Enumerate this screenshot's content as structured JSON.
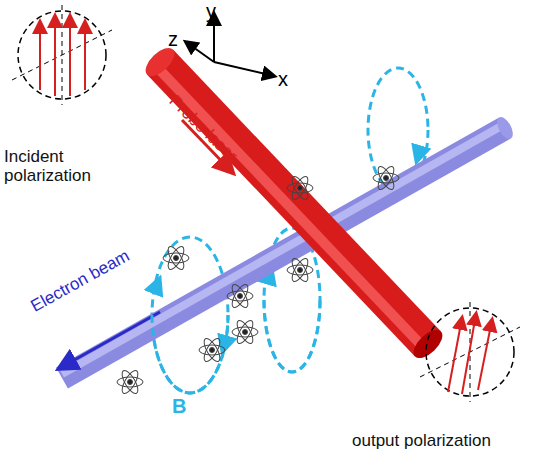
{
  "diagram": {
    "labels": [
      "y",
      "z",
      "x",
      "Probe laser",
      "Incident polarization",
      "Electron beam",
      "B",
      "output polarization"
    ]
  }
}
